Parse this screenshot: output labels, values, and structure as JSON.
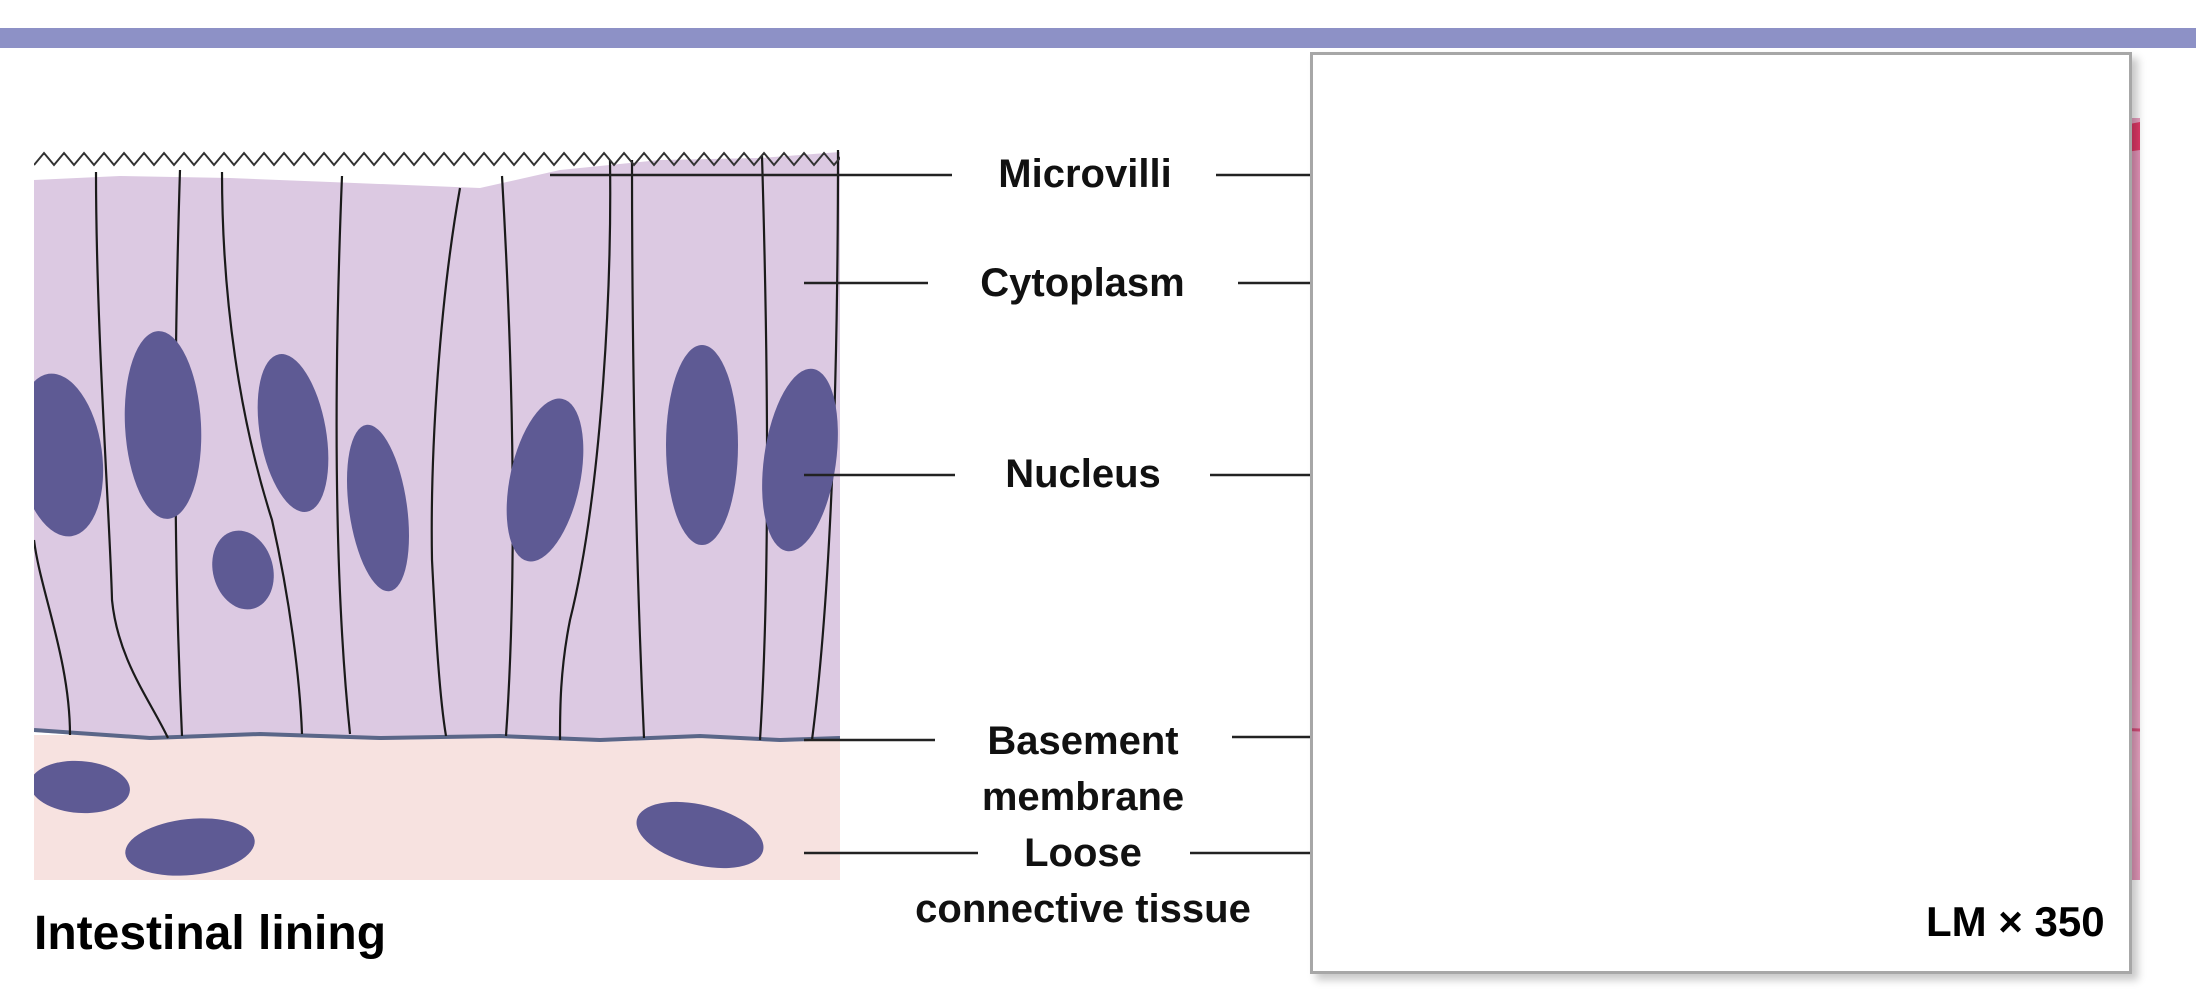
{
  "labels": {
    "microvilli": "Microvilli",
    "cytoplasm": "Cytoplasm",
    "nucleus": "Nucleus",
    "basement_line1": "Basement",
    "basement_line2": "membrane",
    "loose_line1": "Loose",
    "loose_line2": "connective tissue"
  },
  "caption_left": "Intestinal lining",
  "caption_right": "LM × 350",
  "colors": {
    "header_bar": "#8d91c6",
    "cell_fill": "#dcc9e2",
    "nucleus_drawing": "#5e5a94",
    "connective_tissue": "#f7e2e0",
    "micrograph_pink": "#e48cb4",
    "micrograph_surface": "#e23a68",
    "micrograph_nucleus": "#7a4d8c"
  }
}
